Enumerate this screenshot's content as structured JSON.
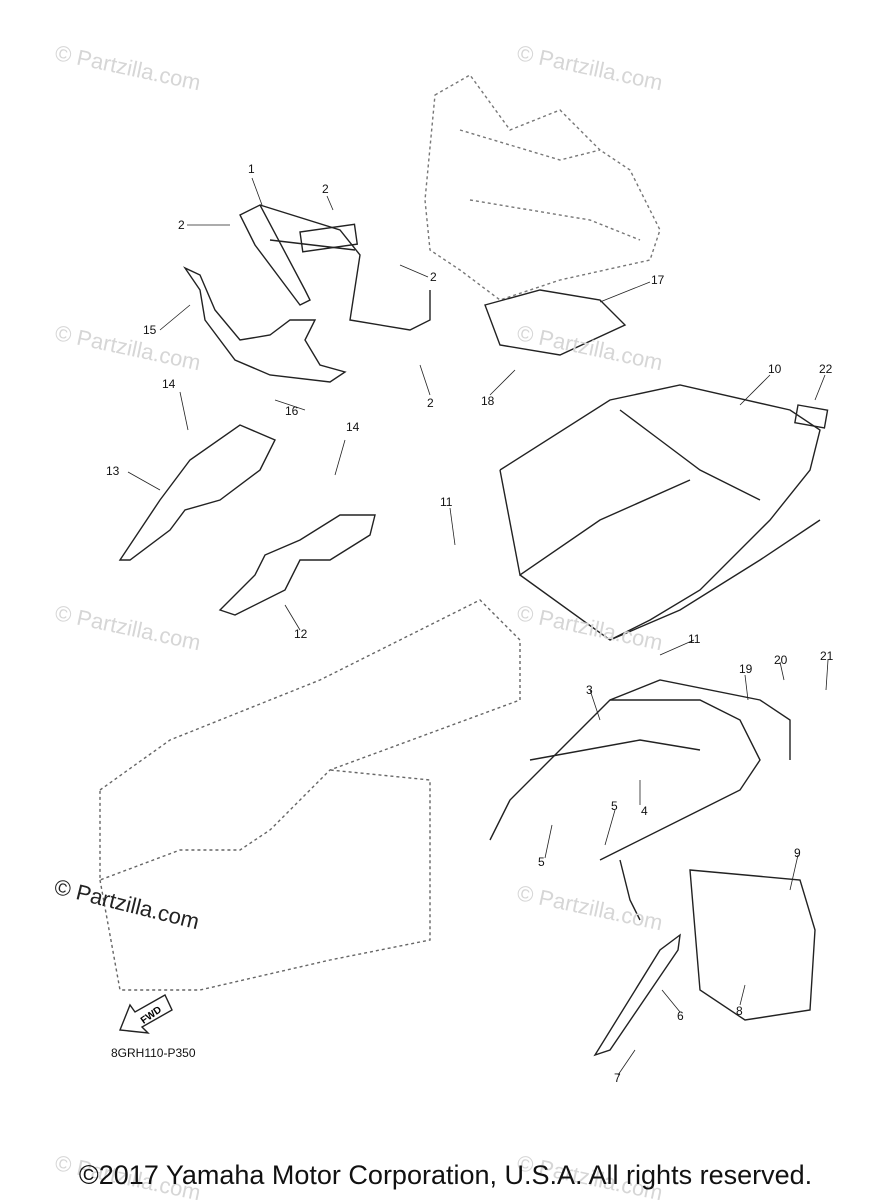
{
  "watermarks": [
    "© Partzilla.com",
    "© Partzilla.com",
    "© Partzilla.com",
    "© Partzilla.com",
    "© Partzilla.com",
    "© Partzilla.com",
    "© Partzilla.com",
    "© Partzilla.com",
    "© Partzilla.com"
  ],
  "watermark_prominent": "© Partzilla.com",
  "callouts": [
    "1",
    "2",
    "2",
    "2",
    "2",
    "15",
    "16",
    "17",
    "18",
    "14",
    "13",
    "14",
    "12",
    "10",
    "22",
    "11",
    "11",
    "3",
    "19",
    "20",
    "21",
    "4",
    "5",
    "5",
    "9",
    "6",
    "8",
    "7"
  ],
  "fwd_label": "FWD",
  "diagram_ref": "8GRH110-P350",
  "copyright": "©2017 Yamaha Motor Corporation, U.S.A. All rights reserved."
}
